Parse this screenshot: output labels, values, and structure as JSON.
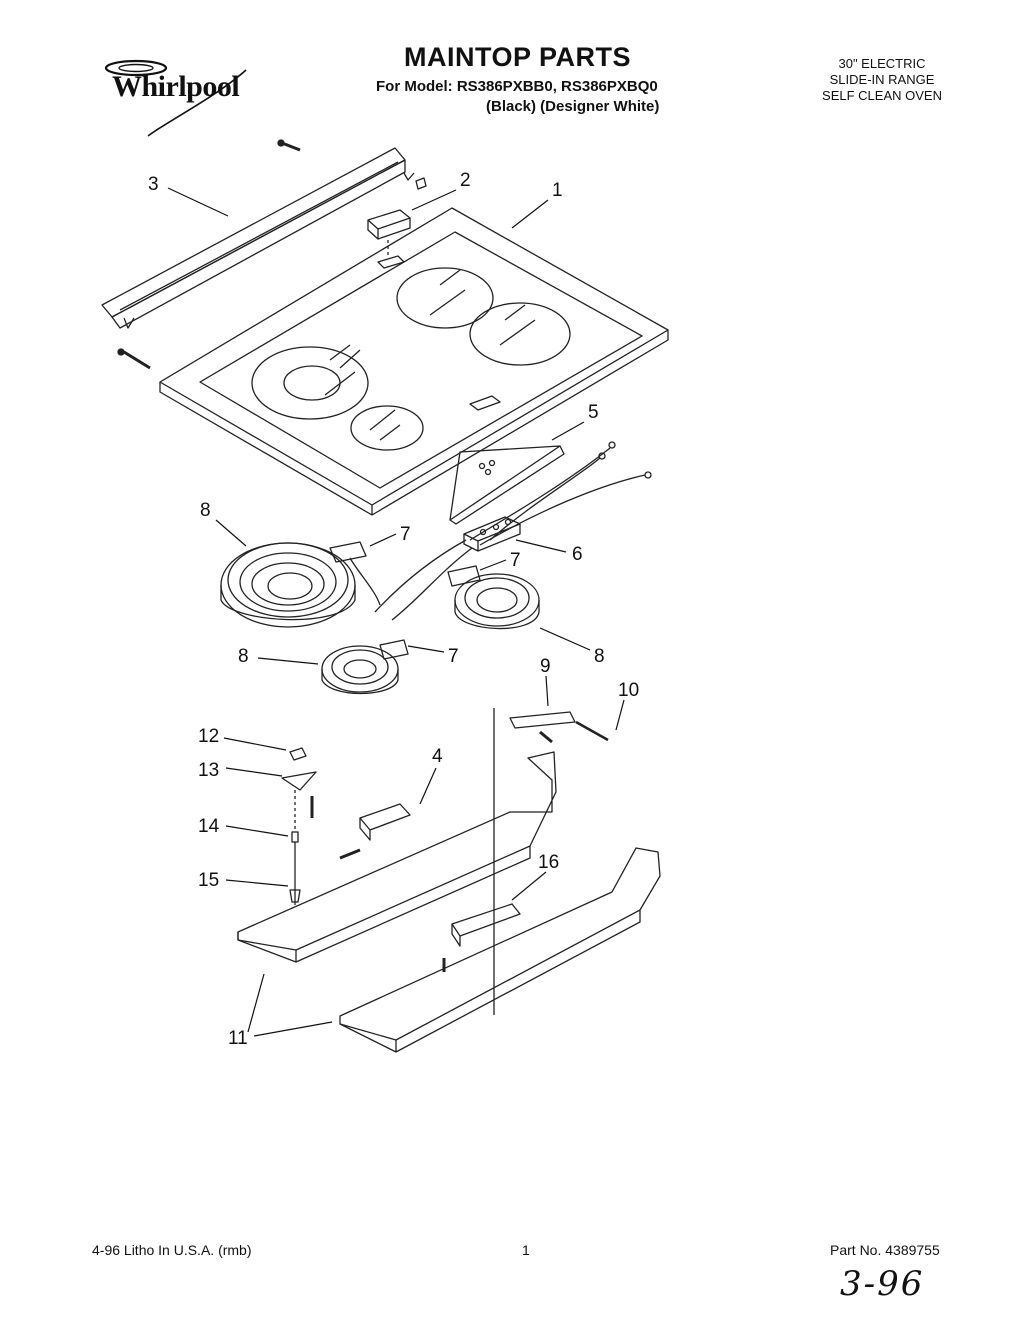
{
  "header": {
    "brand": "Whirlpool",
    "title": "MAINTOP PARTS",
    "model_line": "For Model: RS386PXBB0, RS386PXBQ0",
    "variant_line": "(Black) (Designer White)",
    "product_lines": [
      "30\" ELECTRIC",
      "SLIDE-IN RANGE",
      "SELF CLEAN OVEN"
    ]
  },
  "callouts": [
    "3",
    "2",
    "1",
    "5",
    "8",
    "7",
    "6",
    "7",
    "8",
    "8",
    "7",
    "9",
    "10",
    "12",
    "4",
    "13",
    "14",
    "16",
    "15",
    "11"
  ],
  "footer": {
    "litho": "4-96 Litho In U.S.A. (rmb)",
    "page": "1",
    "part_number": "Part No. 4389755",
    "handwritten": "3-96"
  }
}
